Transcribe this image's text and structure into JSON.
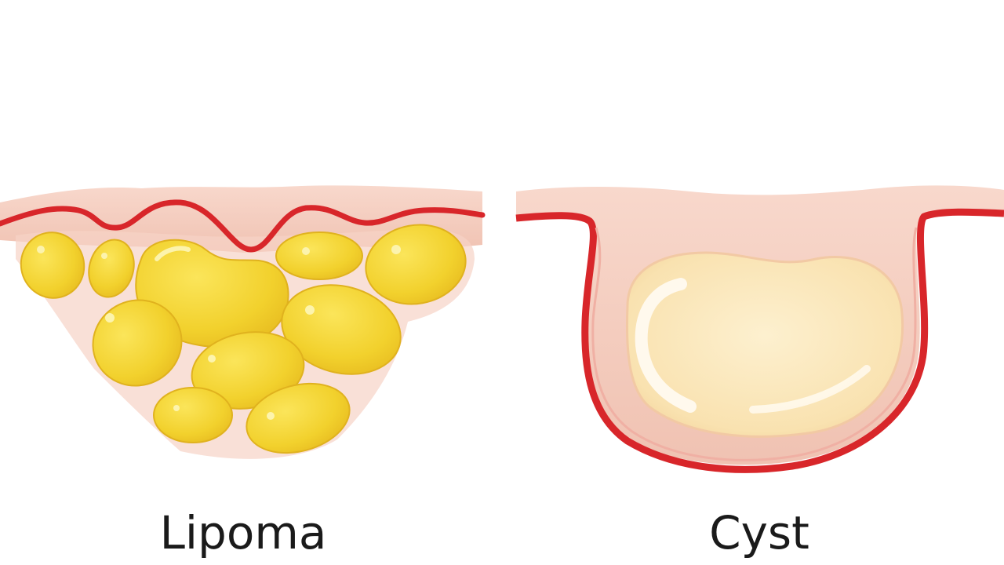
{
  "diagram": {
    "panels": [
      {
        "id": "lipoma",
        "label": "Lipoma"
      },
      {
        "id": "cyst",
        "label": "Cyst"
      }
    ]
  },
  "colors": {
    "background": "#ffffff",
    "skin": "#f5cfc2",
    "skin_dark": "#efbcac",
    "membrane_red": "#d8262a",
    "membrane_dark": "#a81c1f",
    "fat_yellow": "#f4d635",
    "fat_outline": "#e0b21e",
    "fat_highlight": "#fdf6b8",
    "cyst_fill": "#fbe6b8",
    "cyst_highlight": "#fff8e6"
  }
}
